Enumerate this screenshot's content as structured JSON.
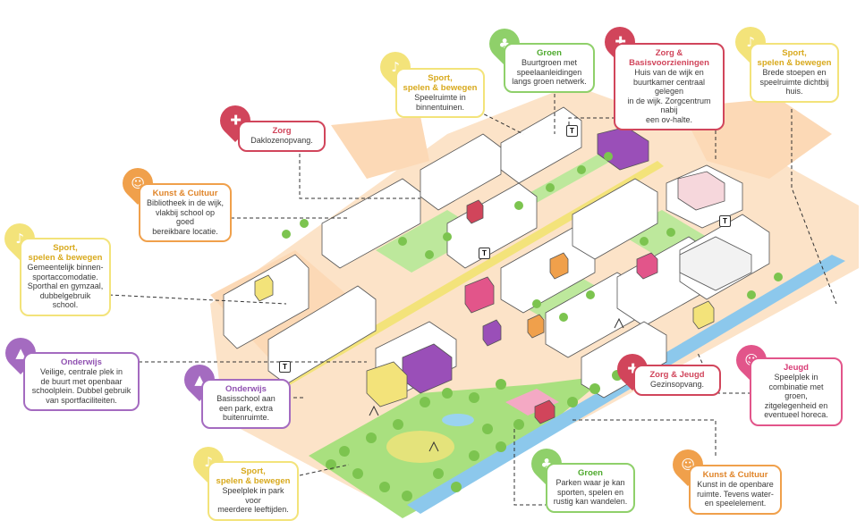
{
  "colors": {
    "sport": "#f3e37a",
    "groen": "#8fd06a",
    "zorg": "#d1455b",
    "kunst": "#f0a04b",
    "onderwijs": "#a46bc0",
    "jeugd": "#e2558a"
  },
  "icons": {
    "sport": "sport-icon",
    "groen": "tree-icon",
    "zorg": "medical-cross-icon",
    "kunst": "theatre-masks-icon",
    "onderwijs": "graduation-cap-icon",
    "jeugd": "family-icon"
  },
  "callouts": {
    "sport_binnentuinen": {
      "title": "Sport,\nspelen & bewegen",
      "text": "Speelruimte in\nbinnentuinen."
    },
    "groen_buurtgroen": {
      "title": "Groen",
      "text": "Buurtgroen met\nspeelaanleidingen\nlangs groen netwerk."
    },
    "zorg_basis": {
      "title": "Zorg &\nBasisvoorzieningen",
      "text": "Huis van de wijk en\nbuurtkamer centraal gelegen\nin de wijk. Zorgcentrum nabij\neen ov-halte."
    },
    "sport_stoepen": {
      "title": "Sport,\nspelen & bewegen",
      "text": "Brede stoepen en\nspeelruimte dichtbij\nhuis."
    },
    "zorg_dakloos": {
      "title": "Zorg",
      "text": "Daklozenopvang."
    },
    "kunst_bieb": {
      "title": "Kunst & Cultuur",
      "text": "Bibliotheek in de wijk,\nvlakbij school op goed\nbereikbare locatie."
    },
    "sport_gemeente": {
      "title": "Sport,\nspelen & bewegen",
      "text": "Gemeentelijk binnen-\nsportaccomodatie.\nSporthal en gymzaal,\ndubbelgebruik school."
    },
    "onderwijs_centraal": {
      "title": "Onderwijs",
      "text": "Veilige, centrale plek in\nde buurt met openbaar\nschoolplein. Dubbel gebruik\nvan sportfaciliteiten."
    },
    "onderwijs_basis": {
      "title": "Onderwijs",
      "text": "Basisschool aan\neen park, extra\nbuitenruimte."
    },
    "zorg_jeugd": {
      "title": "Zorg & Jeugd",
      "text": "Gezinsopvang."
    },
    "jeugd": {
      "title": "Jeugd",
      "text": "Speelplek in\ncombinatie met groen,\nzitgelegenheid en\neventueel horeca."
    },
    "sport_park": {
      "title": "Sport,\nspelen & bewegen",
      "text": "Speelplek in park voor\nmeerdere leeftijden."
    },
    "groen_parken": {
      "title": "Groen",
      "text": "Parken waar je kan\nsporten, spelen en\nrustig kan wandelen."
    },
    "kunst_openbaar": {
      "title": "Kunst & Cultuur",
      "text": "Kunst in de openbare\nruimte. Tevens water-\nen speelelement."
    }
  },
  "transit_sign": "T"
}
